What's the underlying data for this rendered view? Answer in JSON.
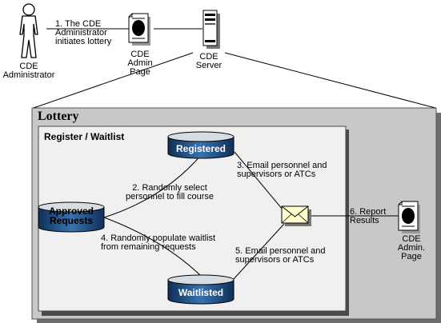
{
  "actors": {
    "administrator": {
      "label_line1": "CDE",
      "label_line2": "Administrator"
    }
  },
  "top_docs": {
    "admin_page": {
      "line1": "CDE",
      "line2": "Admin",
      "line3": "Page"
    },
    "server": {
      "line1": "CDE",
      "line2": "Server"
    }
  },
  "lottery": {
    "title": "Lottery",
    "inner_title": "Register / Waitlist",
    "databases": {
      "registered": "Registered",
      "approved_line1": "Approved",
      "approved_line2": "Requests",
      "waitlisted": "Waitlisted"
    }
  },
  "steps": {
    "s1": {
      "line1": "1. The CDE",
      "line2": "Administrator",
      "line3": "initiates lottery"
    },
    "s2": {
      "line1": "2. Randomly select",
      "line2": "personnel to fill course"
    },
    "s3": {
      "line1": "3. Email personnel and",
      "line2": "supervisors or ATCs"
    },
    "s4": {
      "line1": "4. Randomly populate waitlist",
      "line2": "from remaining requests"
    },
    "s5": {
      "line1": "5. Email personnel and",
      "line2": "supervisors or ATCs"
    },
    "s6": {
      "line1": "6. Report",
      "line2": "Results"
    }
  },
  "right_doc": {
    "line1": "CDE",
    "line2": "Admin.",
    "line3": "Page"
  },
  "icons": {
    "administrator": "person-icon",
    "admin_page": "document-icon",
    "server": "server-icon",
    "email": "envelope-icon",
    "right_page": "document-icon"
  },
  "colors": {
    "outer_panel": "#c8c8c8",
    "inner_panel": "#f0f0f0",
    "db_body": "#1e4f87",
    "db_top": "#d8dde2",
    "envelope": "#ffffcc",
    "line": "#000000"
  }
}
